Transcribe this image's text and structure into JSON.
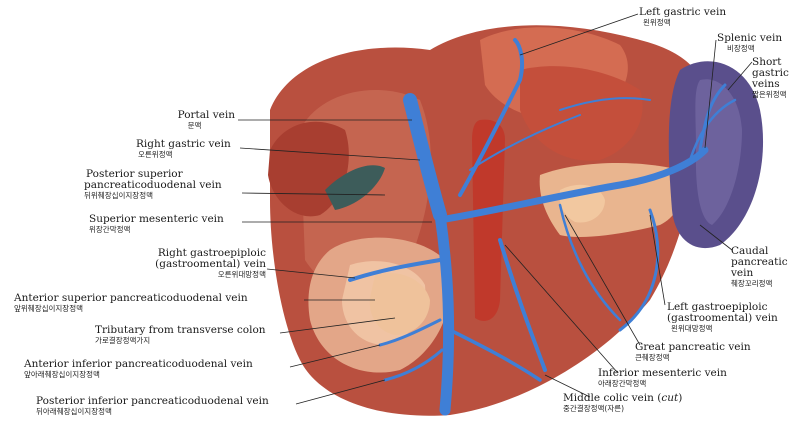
{
  "labels": {
    "left_gastric": {
      "en": "Left gastric vein",
      "ko": "왼위정맥"
    },
    "splenic": {
      "en": "Splenic vein",
      "ko": "비장정맥"
    },
    "short_gastric": {
      "en1": "Short",
      "en2": "gastric",
      "en3": "veins",
      "ko": "짧은위정맥"
    },
    "portal": {
      "en": "Portal vein",
      "ko": "문맥"
    },
    "right_gastric": {
      "en": "Right gastric vein",
      "ko": "오른위정맥"
    },
    "post_sup_pd": {
      "en1": "Posterior superior",
      "en2": "pancreaticoduodenal vein",
      "ko": "뒤위췌장십이지장정맥"
    },
    "sup_mesenteric": {
      "en": "Superior mesenteric vein",
      "ko": "위장간막정맥"
    },
    "right_gastroepiploic": {
      "en1": "Right gastroepiploic",
      "en2": "(gastroomental) vein",
      "ko": "오른위대망정맥"
    },
    "ant_sup_pd": {
      "en": "Anterior superior pancreaticoduodenal vein",
      "ko": "앞위췌장십이지장정맥"
    },
    "tributary": {
      "en": "Tributary from transverse colon",
      "ko": "가로결장정맥가지"
    },
    "ant_inf_pd": {
      "en": "Anterior inferior pancreaticoduodenal vein",
      "ko": "앞아래췌장십이지장정맥"
    },
    "post_inf_pd": {
      "en": "Posterior inferior pancreaticoduodenal vein",
      "ko": "뒤아래췌장십이지장정맥"
    },
    "caudal_pancreatic": {
      "en1": "Caudal",
      "en2": "pancreatic",
      "en3": "vein",
      "ko": "췌장꼬리정맥"
    },
    "left_gastroepiploic": {
      "en1": "Left gastroepiploic",
      "en2": "(gastroomental) vein",
      "ko": "왼위대망정맥"
    },
    "great_pancreatic": {
      "en": "Great pancreatic vein",
      "ko": "큰췌장정맥"
    },
    "inf_mesenteric": {
      "en": "Inferior mesenteric vein",
      "ko": "아래장간막정맥"
    },
    "middle_colic": {
      "en": "Middle colic vein (",
      "en_cut": "cut",
      "en_end": ")",
      "ko": "중간결장정맥(자른)"
    }
  },
  "colors": {
    "vein": "#3f7fd6",
    "vein_dark": "#1f4f9a",
    "tissue": "#b7473a",
    "tissue_dark": "#7e2a22",
    "pancreas": "#e9b58f",
    "spleen": "#5a4f8c",
    "duodenum": "#e6a98a"
  }
}
